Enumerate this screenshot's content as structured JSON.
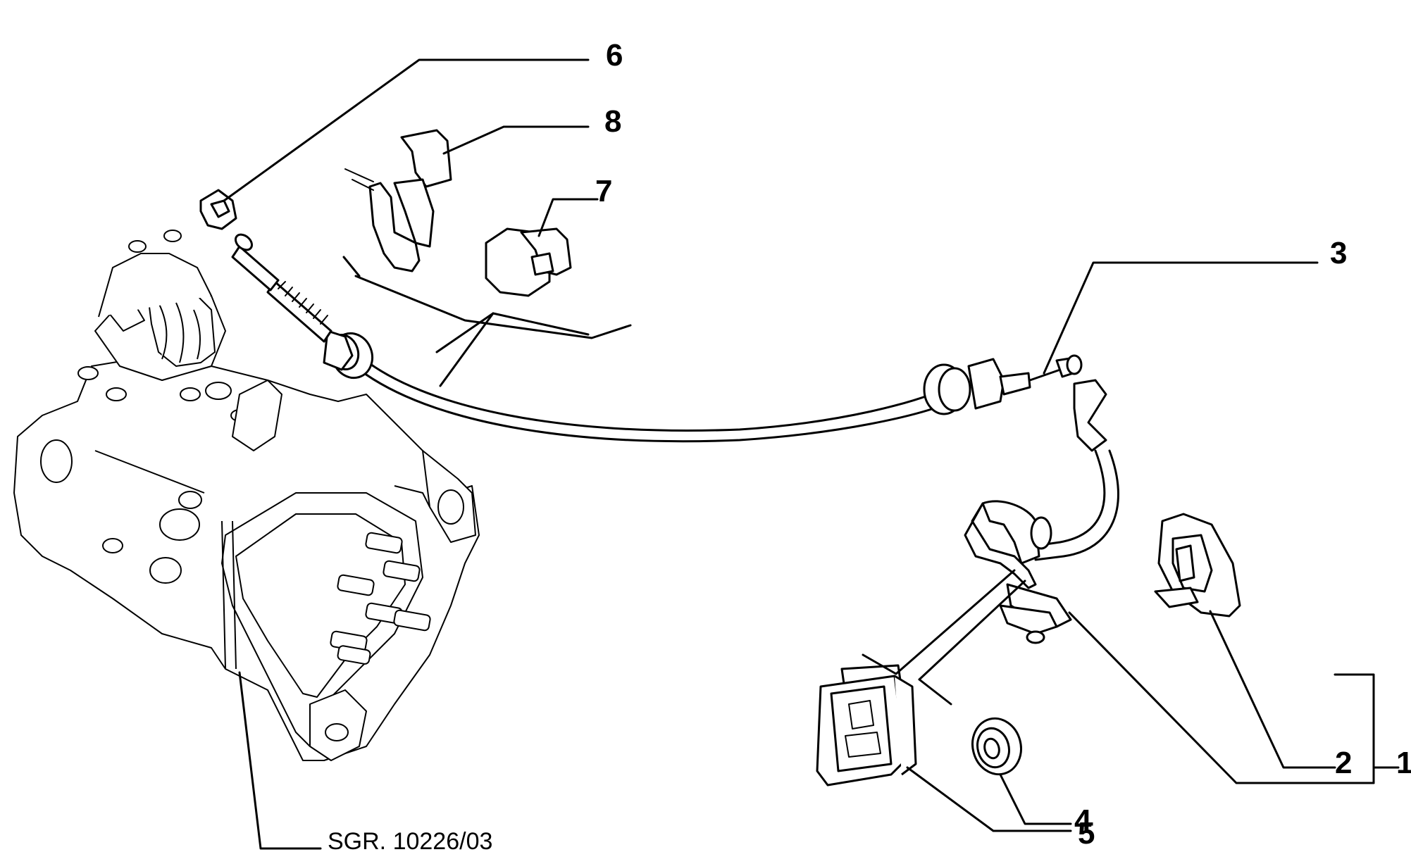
{
  "callouts": {
    "c1": "1",
    "c2": "2",
    "c3": "3",
    "c4": "4",
    "c5": "5",
    "c6": "6",
    "c7": "7",
    "c8": "8"
  },
  "reference": "SGR. 10226/03",
  "colors": {
    "line": "#000000",
    "background": "#ffffff"
  }
}
